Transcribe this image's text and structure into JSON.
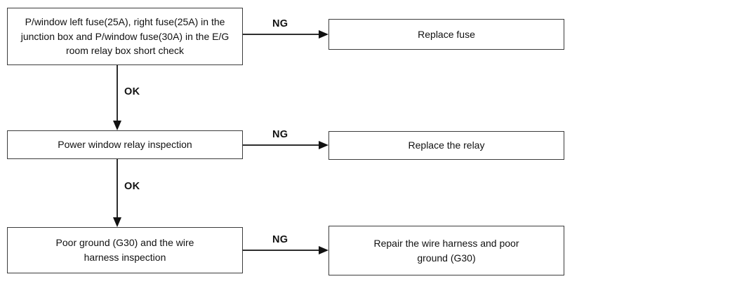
{
  "diagram": {
    "type": "troubleshooting-flowchart",
    "colors": {
      "background": "#ffffff",
      "box_border": "#3c3c3c",
      "line": "#2e2e2e",
      "text": "#111111"
    },
    "flow": {
      "steps": [
        {
          "check": "P/window left fuse(25A), right fuse(25A) in the junction box and P/window fuse(30A) in the E/G room relay box short check",
          "fail_label": "NG",
          "fail_action": "Replace fuse",
          "pass_label": "OK"
        },
        {
          "check": "Power window relay inspection",
          "fail_label": "NG",
          "fail_action": "Replace the relay",
          "pass_label": "OK"
        },
        {
          "check": "Poor ground (G30) and the wire harness inspection",
          "fail_label": "NG",
          "fail_action": "Repair the wire harness and poor ground (G30)"
        }
      ]
    }
  }
}
